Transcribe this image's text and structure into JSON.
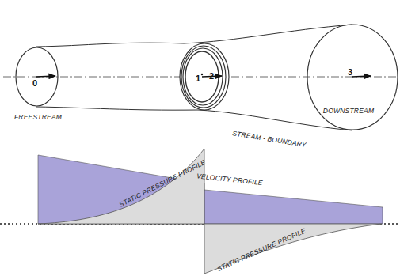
{
  "diagram": {
    "nodes": [
      {
        "text": [
          "0",
          "FREESTREAM"
        ]
      },
      {
        "text": [
          "1",
          "2"
        ]
      },
      {
        "text": [
          "3",
          "DOWNSTREAM"
        ]
      }
    ],
    "labels": [
      "STREAM - BOUNDARY",
      "STATIC PRESSURE PROFILE",
      "VELOCITY PROFILE",
      "STATIC PRESSURE PROFILE"
    ]
  }
}
